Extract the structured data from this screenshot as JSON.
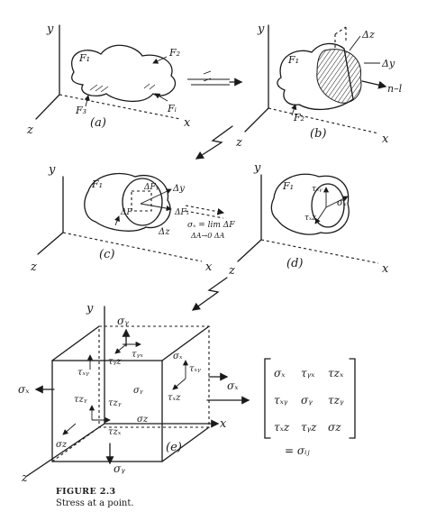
{
  "caption": {
    "number": "FIGURE 2.3",
    "text": "Stress at a point."
  },
  "panels": {
    "a": {
      "label": "(a)",
      "x": "x",
      "y": "y",
      "z": "z",
      "F1": "F₁",
      "F2": "F₂",
      "F3": "F₃",
      "Fi": "Fᵢ"
    },
    "b": {
      "label": "(b)",
      "x": "x",
      "y": "y",
      "z": "z",
      "F1": "F₁",
      "F2": "F₂",
      "dz": "Δz",
      "dy": "Δy",
      "nl": "n–l"
    },
    "c": {
      "label": "(c)",
      "x": "x",
      "y": "y",
      "z": "z",
      "F1": "F₁",
      "dy": "Δy",
      "dz": "Δz",
      "dFy": "ΔFᵧ",
      "dFx": "ΔFₓ",
      "dF": "ΔF",
      "limit_top": "σₓ = lim ΔF",
      "limit_bot": "ΔA→0  ΔA"
    },
    "d": {
      "label": "(d)",
      "x": "x",
      "y": "y",
      "z": "z",
      "F1": "F₁",
      "sx": "σₓ",
      "txy": "τₓᵧ",
      "txz": "τₓz"
    },
    "e": {
      "label": "(e)",
      "x": "x",
      "y": "y",
      "z": "z",
      "sy_top": "σᵧ",
      "sy_bot": "σᵧ",
      "sx_left": "σₓ",
      "sx_right": "σₓ",
      "sz_front": "σz",
      "sz_mid": "σz",
      "sx_inner": "σₓ",
      "tyx": "τᵧₓ",
      "tyz": "τᵧz",
      "txy": "τₓᵧ",
      "txz": "τₓz",
      "tzx": "τzₓ",
      "tzy": "τzᵧ",
      "sy_center": "σᵧ",
      "tzy2": "τzᵧ",
      "txy2": "τₓᵧ"
    }
  },
  "matrix": {
    "rows": [
      [
        "σₓ",
        "τᵧₓ",
        "τzₓ"
      ],
      [
        "τₓᵧ",
        "σᵧ",
        "τzᵧ"
      ],
      [
        "τₓz",
        "τᵧz",
        "σz"
      ]
    ],
    "equals": "= σᵢⱼ"
  }
}
